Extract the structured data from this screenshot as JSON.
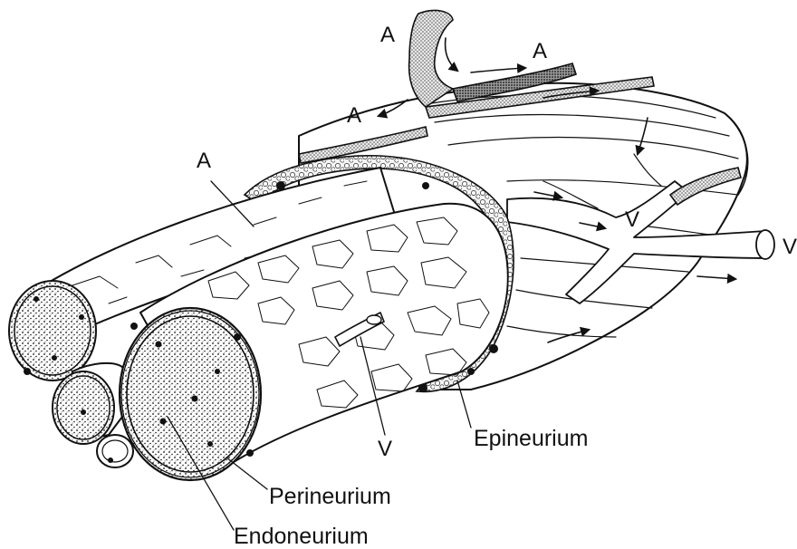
{
  "labels": {
    "artery_top_left": "A",
    "artery_top_right": "A",
    "artery_mid": "A",
    "artery_left": "A",
    "vein_right": "V",
    "vein_far_right": "V",
    "vein_bottom": "V",
    "epineurium": "Epineurium",
    "perineurium": "Perineurium",
    "endoneurium": "Endoneurium"
  }
}
